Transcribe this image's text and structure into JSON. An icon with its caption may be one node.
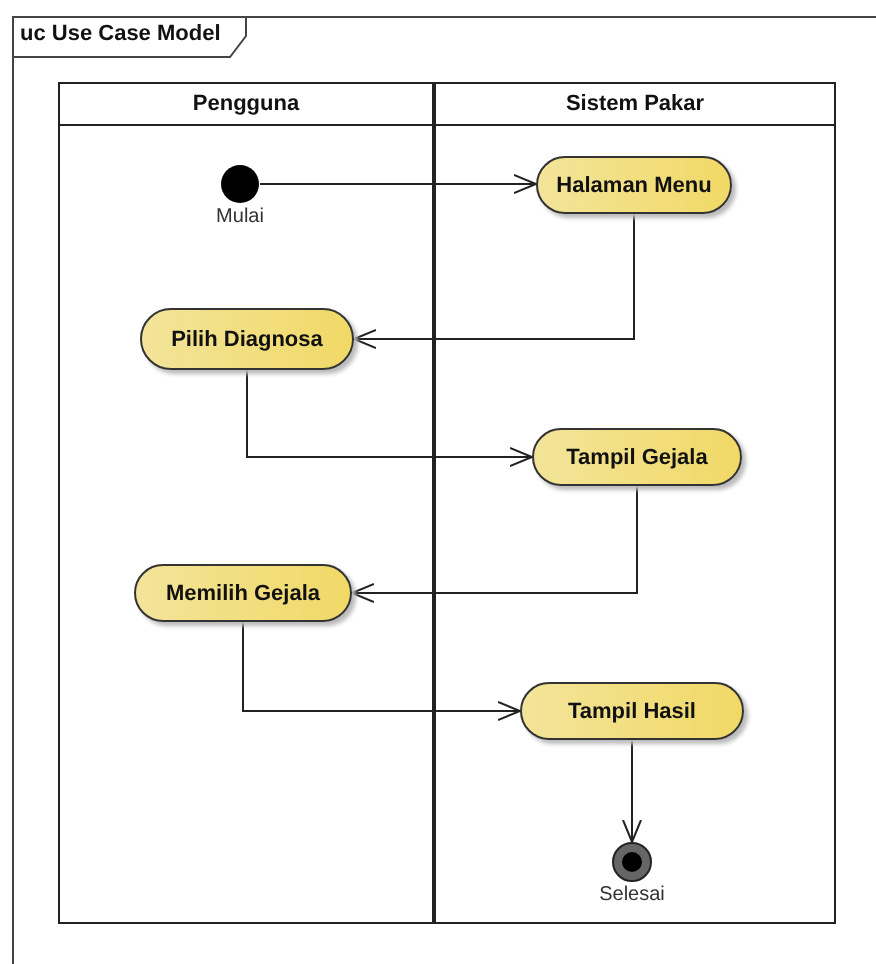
{
  "diagram": {
    "title": "uc Use Case Model",
    "nodes": [
      {
        "text": [
          "Pengguna"
        ]
      },
      {
        "text": [
          "Sistem Pakar"
        ]
      },
      {
        "text": [],
        "shape": "circle",
        "beside": [
          "Mulai"
        ],
        "in": 0
      },
      {
        "text": [
          "Halaman Menu"
        ],
        "in": 1
      },
      {
        "text": [
          "Pilih Diagnosa"
        ],
        "in": 0
      },
      {
        "text": [
          "Tampil Gejala"
        ],
        "in": 1
      },
      {
        "text": [
          "Memilih Gejala"
        ],
        "in": 0
      },
      {
        "text": [
          "Tampil Hasil"
        ],
        "in": 1
      },
      {
        "text": [],
        "shape": "circle",
        "beside": [
          "Selesai"
        ],
        "in": 1
      }
    ],
    "edges": [
      {
        "from": 2,
        "to": 3,
        "arrow": "to"
      },
      {
        "from": 3,
        "to": 4,
        "arrow": "to"
      },
      {
        "from": 4,
        "to": 5,
        "arrow": "to"
      },
      {
        "from": 5,
        "to": 6,
        "arrow": "to"
      },
      {
        "from": 6,
        "to": 7,
        "arrow": "to"
      },
      {
        "from": 7,
        "to": 8,
        "arrow": "to"
      }
    ]
  }
}
